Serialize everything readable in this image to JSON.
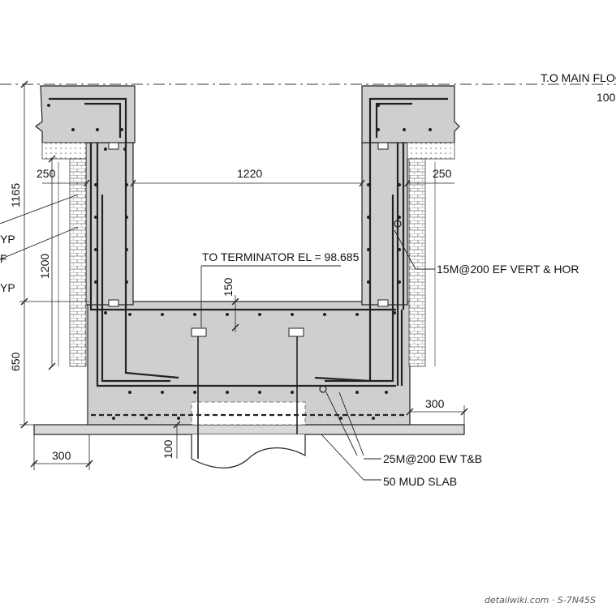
{
  "title_level": "T.O MAIN FLOO",
  "title_level_value": "100.",
  "dims": {
    "d250_left": "250",
    "d1220": "1220",
    "d250_right": "250",
    "d1165": "1165",
    "d1200": "1200",
    "d650": "650",
    "d150": "150",
    "d300_right": "300",
    "d300_left": "300",
    "d100": "100"
  },
  "edge_labels": {
    "yp1": "YP",
    "f": "F",
    "yp2": "YP"
  },
  "notes": {
    "terminator": "TO TERMINATOR EL = 98.685",
    "wall_rebar": "15M@200 EF VERT &  HOR",
    "slab_rebar": "25M@200 EW T&B",
    "mud_slab": "50 MUD SLAB"
  },
  "watermark": "detailwiki.com · S-7N45S",
  "colors": {
    "concrete": "#cfcfcf",
    "line": "#222222"
  }
}
